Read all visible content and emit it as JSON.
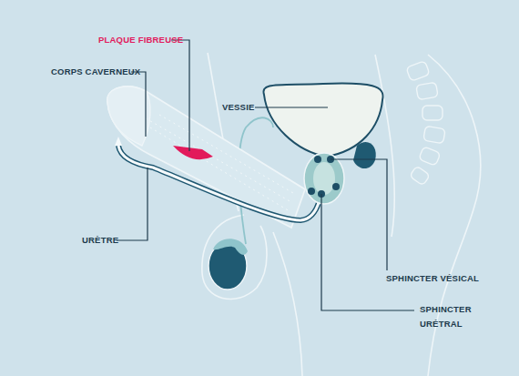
{
  "diagram": {
    "labels": [
      "PLAQUE FIBREUSE",
      "CORPS CAVERNEUX",
      "VESSIE",
      "URÈTRE",
      "SPHINCTER VÉSICAL",
      "SPHINCTER URÉTRAL"
    ]
  }
}
